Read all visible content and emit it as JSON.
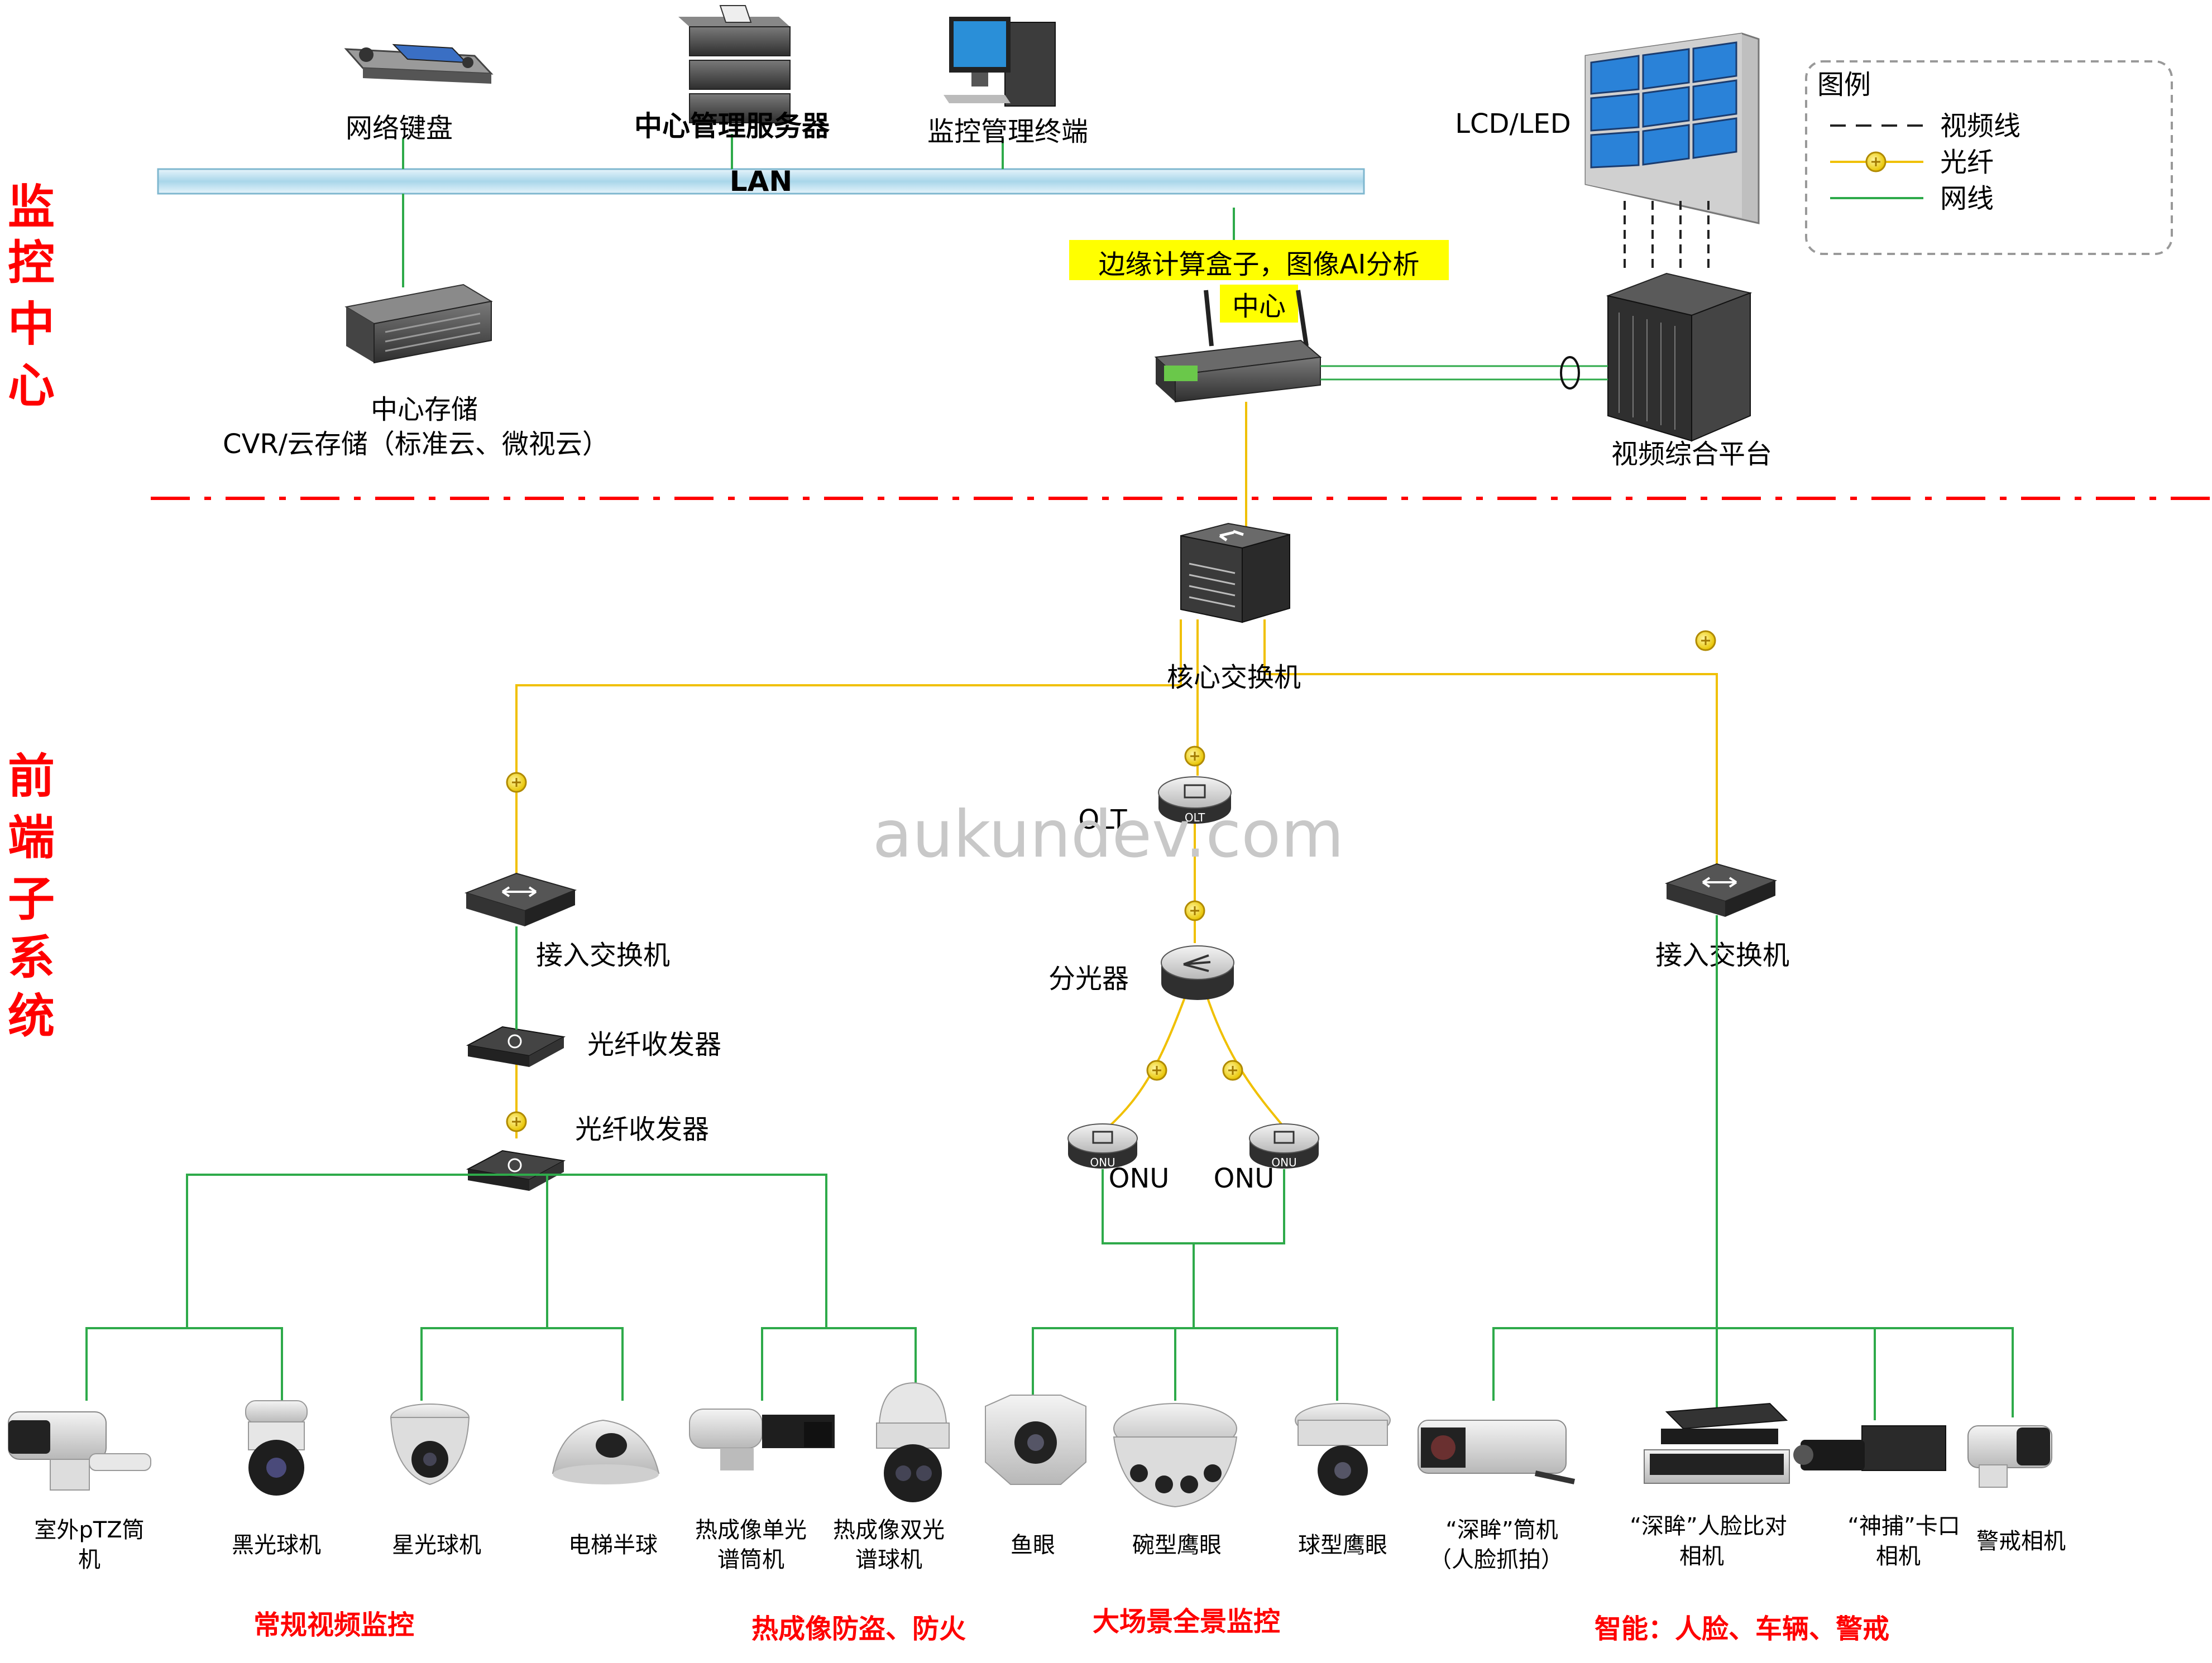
{
  "sections": {
    "monitor_center": [
      "监",
      "控",
      "中",
      "心"
    ],
    "frontend": [
      "前",
      "端",
      "子",
      "系",
      "统"
    ]
  },
  "lan_label": "LAN",
  "center_devices": {
    "keyboard": "网络键盘",
    "server": "中心管理服务器",
    "terminal": "监控管理终端",
    "storage_1": "中心存储",
    "storage_2": "CVR/云存储（标准云、微视云）",
    "edge_1": "边缘计算盒子，图像AI分析",
    "edge_2": "中心",
    "lcd": "LCD/LED",
    "video_platform": "视频综合平台"
  },
  "legend": {
    "title": "图例",
    "items": [
      "视频线",
      "光纤",
      "网线"
    ]
  },
  "network": {
    "core_switch": "核心交换机",
    "olt": "OLT",
    "olt_badge": "OLT",
    "splitter": "分光器",
    "onu": "ONU",
    "onu_badge": "ONU",
    "access_switch": "接入交换机",
    "fiber_transceiver": "光纤收发器"
  },
  "cameras": [
    {
      "l1": "室外pTZ筒",
      "l2": "机"
    },
    {
      "l1": "黑光球机",
      "l2": ""
    },
    {
      "l1": "星光球机",
      "l2": ""
    },
    {
      "l1": "电梯半球",
      "l2": ""
    },
    {
      "l1": "热成像单光",
      "l2": "谱筒机"
    },
    {
      "l1": "热成像双光",
      "l2": "谱球机"
    },
    {
      "l1": "鱼眼",
      "l2": ""
    },
    {
      "l1": "碗型鹰眼",
      "l2": ""
    },
    {
      "l1": "球型鹰眼",
      "l2": ""
    },
    {
      "l1": "“深眸”筒机",
      "l2": "（人脸抓拍）"
    },
    {
      "l1": "“深眸”人脸比对",
      "l2": "相机"
    },
    {
      "l1": "“神捕”卡口",
      "l2": "相机"
    },
    {
      "l1": "警戒相机",
      "l2": ""
    }
  ],
  "categories": [
    "常规视频监控",
    "热成像防盗、防火",
    "大场景全景监控",
    "智能：人脸、车辆、警戒"
  ],
  "watermark": "aukundev.com",
  "colors": {
    "red": "#ff0000",
    "fiber": "#f0c000",
    "cable": "#2eaa4a",
    "highlight": "#ffff00",
    "lan": "#bfe0ee"
  }
}
